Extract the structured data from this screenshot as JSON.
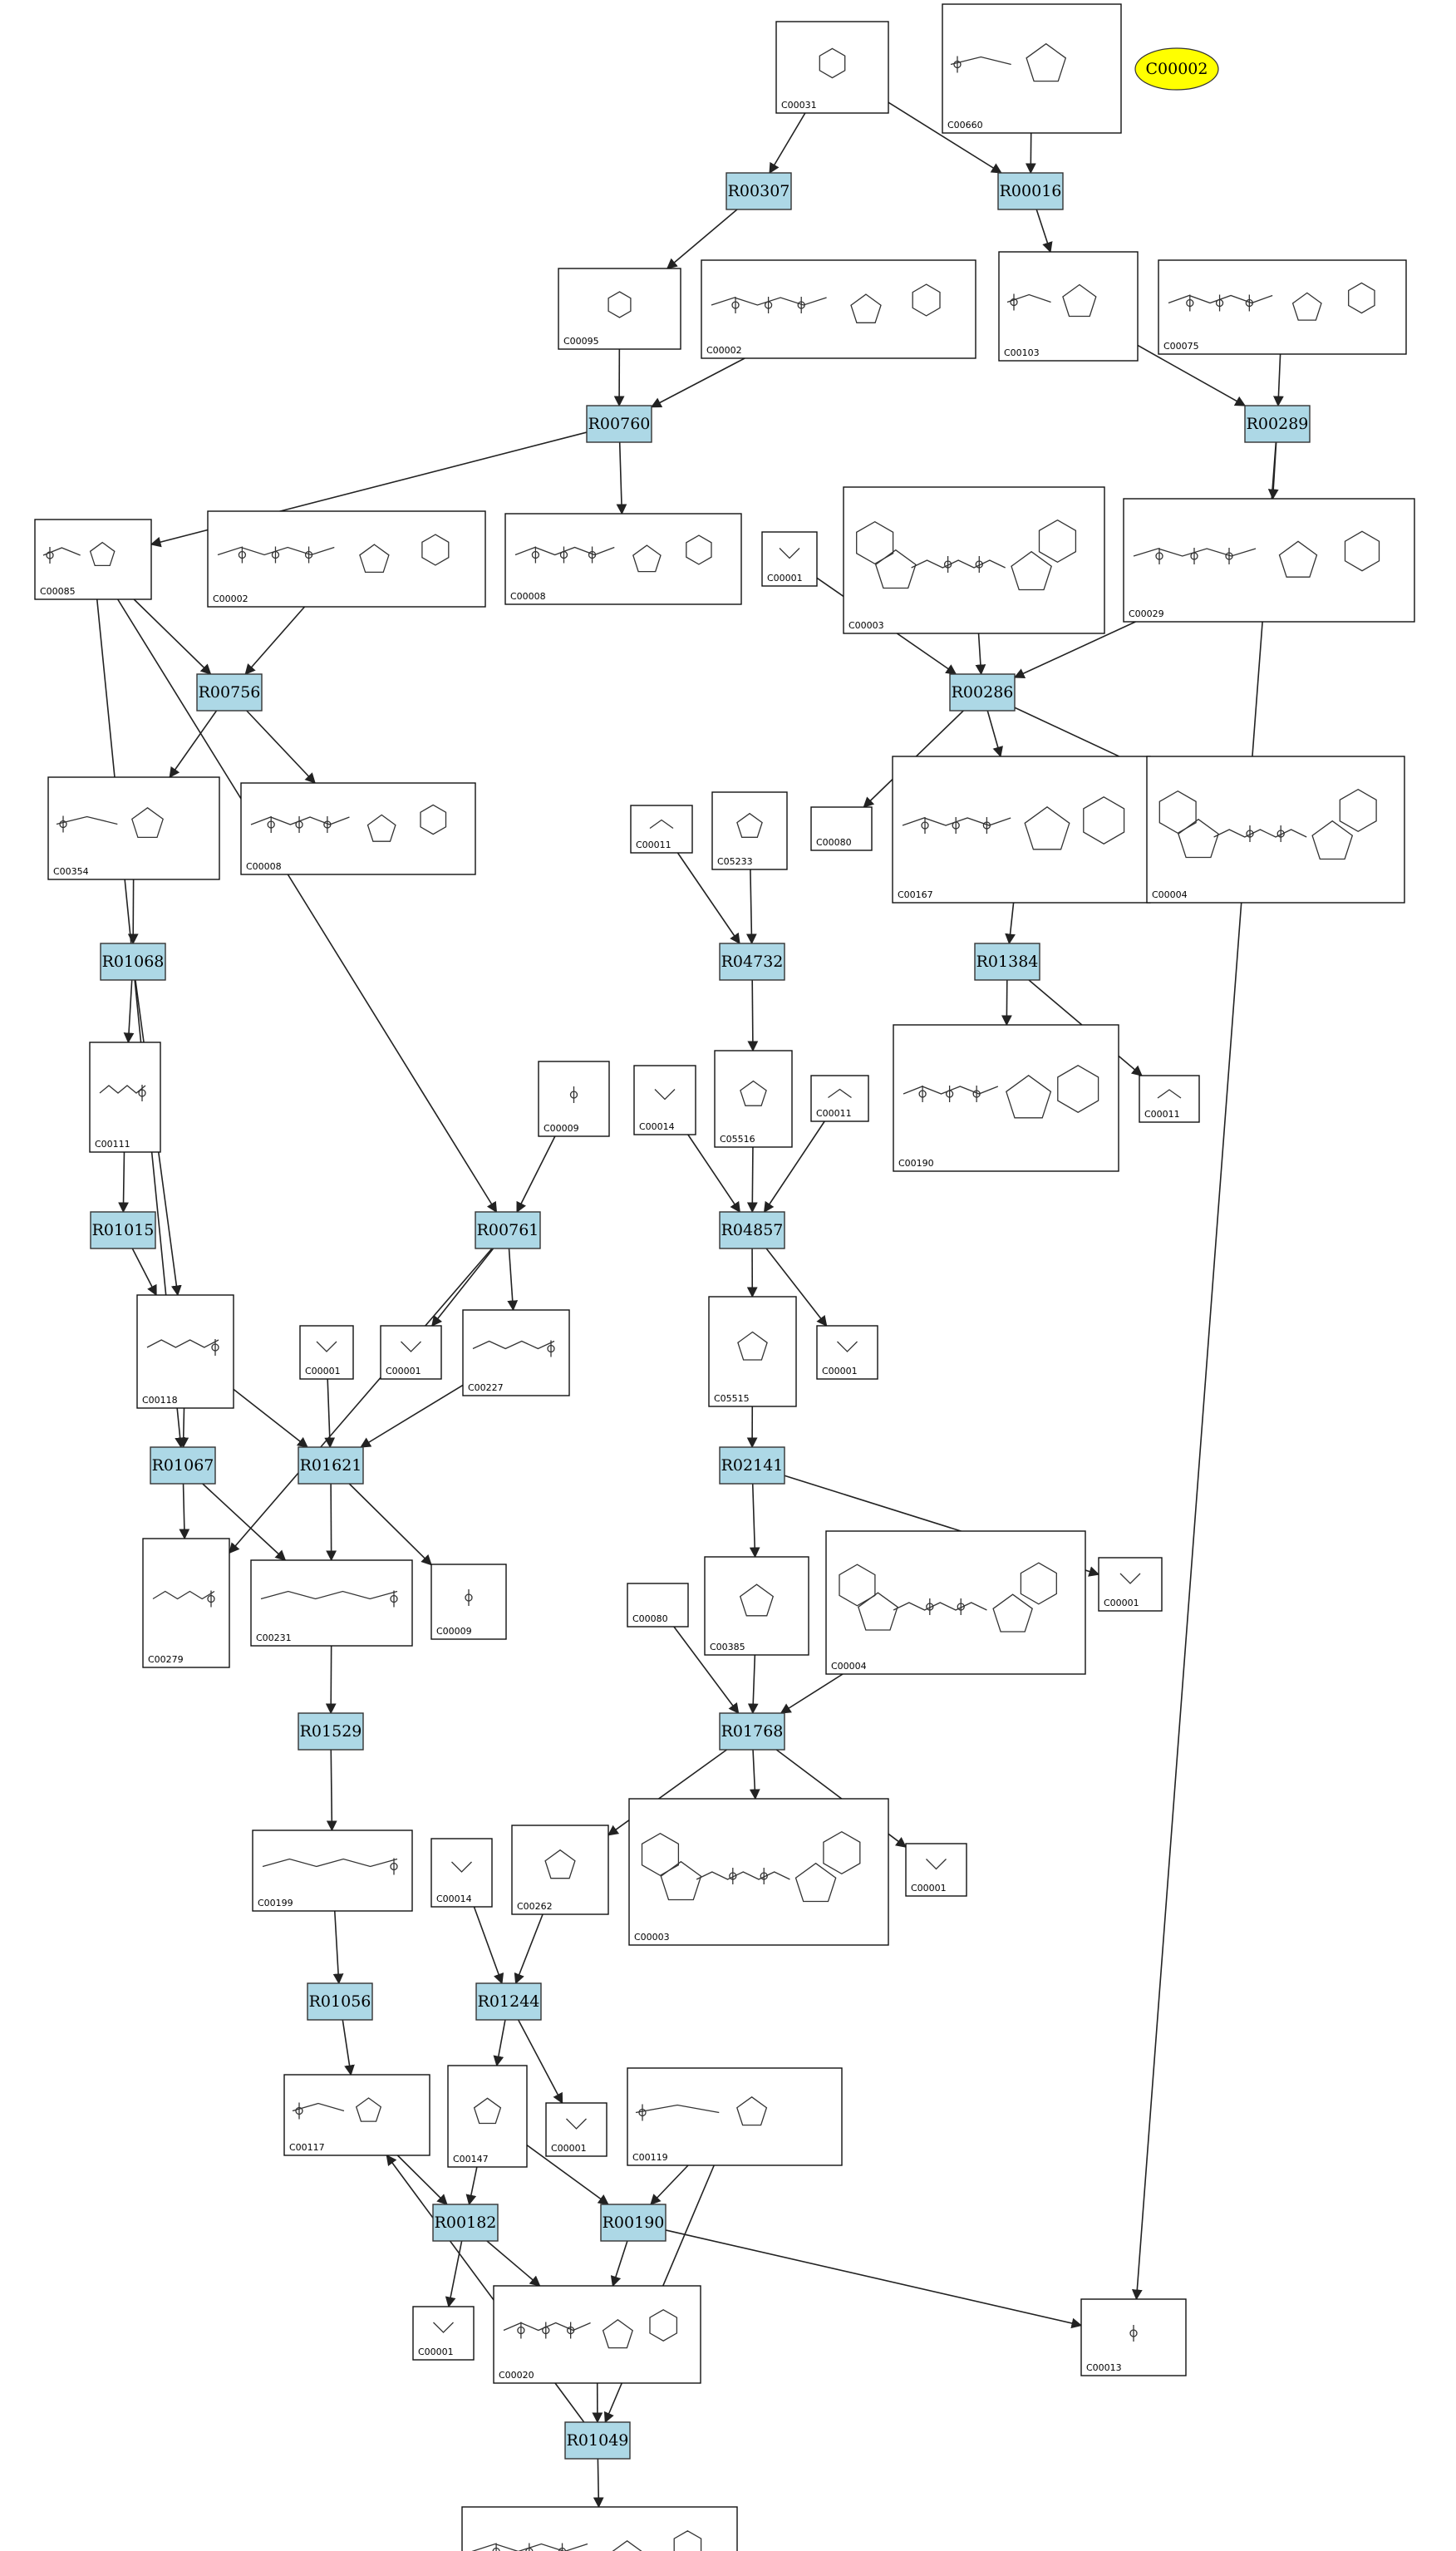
{
  "target": {
    "id": "C00002",
    "color": "#ffff00"
  },
  "colors": {
    "reaction_fill": "#add8e6",
    "compound_fill": "#ffffff",
    "edge": "#222222"
  },
  "reactions": [
    {
      "key": "R00307",
      "label": "R00307"
    },
    {
      "key": "R00016",
      "label": "R00016"
    },
    {
      "key": "R00760",
      "label": "R00760"
    },
    {
      "key": "R00289",
      "label": "R00289"
    },
    {
      "key": "R00756",
      "label": "R00756"
    },
    {
      "key": "R00286",
      "label": "R00286"
    },
    {
      "key": "R01068",
      "label": "R01068"
    },
    {
      "key": "R04732",
      "label": "R04732"
    },
    {
      "key": "R01384",
      "label": "R01384"
    },
    {
      "key": "R01015",
      "label": "R01015"
    },
    {
      "key": "R00761",
      "label": "R00761"
    },
    {
      "key": "R04857",
      "label": "R04857"
    },
    {
      "key": "R01067",
      "label": "R01067"
    },
    {
      "key": "R01621",
      "label": "R01621"
    },
    {
      "key": "R02141",
      "label": "R02141"
    },
    {
      "key": "R01529",
      "label": "R01529"
    },
    {
      "key": "R01768",
      "label": "R01768"
    },
    {
      "key": "R01056",
      "label": "R01056"
    },
    {
      "key": "R01244",
      "label": "R01244"
    },
    {
      "key": "R00182",
      "label": "R00182"
    },
    {
      "key": "R00190",
      "label": "R00190"
    },
    {
      "key": "R01049",
      "label": "R01049"
    }
  ],
  "compounds": [
    {
      "key": "c00031",
      "id": "C00031",
      "structure": "ring"
    },
    {
      "key": "c00660",
      "id": "C00660",
      "structure": "ring-phosphate"
    },
    {
      "key": "c00095",
      "id": "C00095",
      "structure": "ring"
    },
    {
      "key": "c00002a",
      "id": "C00002",
      "structure": "nucleotide"
    },
    {
      "key": "c00103",
      "id": "C00103",
      "structure": "ring-phosphate"
    },
    {
      "key": "c00075",
      "id": "C00075",
      "structure": "nucleotide"
    },
    {
      "key": "c00085",
      "id": "C00085",
      "structure": "ring-phosphate"
    },
    {
      "key": "c00002b",
      "id": "C00002",
      "structure": "nucleotide"
    },
    {
      "key": "c00008a",
      "id": "C00008",
      "structure": "nucleotide"
    },
    {
      "key": "c00001a",
      "id": "C00001",
      "structure": "water"
    },
    {
      "key": "c00003a",
      "id": "C00003",
      "structure": "dinucleotide"
    },
    {
      "key": "c00029",
      "id": "C00029",
      "structure": "nucleotide"
    },
    {
      "key": "c00354",
      "id": "C00354",
      "structure": "ring-phosphate"
    },
    {
      "key": "c00008b",
      "id": "C00008",
      "structure": "nucleotide"
    },
    {
      "key": "c00011a",
      "id": "C00011",
      "structure": "small"
    },
    {
      "key": "c05233",
      "id": "C05233",
      "structure": "small-ring"
    },
    {
      "key": "c00080a",
      "id": "C00080",
      "structure": "proton"
    },
    {
      "key": "c00167",
      "id": "C00167",
      "structure": "nucleotide"
    },
    {
      "key": "c00004a",
      "id": "C00004",
      "structure": "dinucleotide"
    },
    {
      "key": "c00111",
      "id": "C00111",
      "structure": "chain-phosphate"
    },
    {
      "key": "c00009a",
      "id": "C00009",
      "structure": "phosphate"
    },
    {
      "key": "c00014a",
      "id": "C00014",
      "structure": "ammonia"
    },
    {
      "key": "c05516",
      "id": "C05516",
      "structure": "small-ring"
    },
    {
      "key": "c00011b",
      "id": "C00011",
      "structure": "small"
    },
    {
      "key": "c00190",
      "id": "C00190",
      "structure": "nucleotide"
    },
    {
      "key": "c00011c",
      "id": "C00011",
      "structure": "small"
    },
    {
      "key": "c00118",
      "id": "C00118",
      "structure": "chain-phosphate"
    },
    {
      "key": "c00001b",
      "id": "C00001",
      "structure": "water"
    },
    {
      "key": "c00001c",
      "id": "C00001",
      "structure": "water"
    },
    {
      "key": "c00227",
      "id": "C00227",
      "structure": "chain-phosphate"
    },
    {
      "key": "c05515",
      "id": "C05515",
      "structure": "small-ring"
    },
    {
      "key": "c00001d",
      "id": "C00001",
      "structure": "water"
    },
    {
      "key": "c00279",
      "id": "C00279",
      "structure": "chain-phosphate"
    },
    {
      "key": "c00231",
      "id": "C00231",
      "structure": "chain-phosphate"
    },
    {
      "key": "c00009b",
      "id": "C00009",
      "structure": "phosphate"
    },
    {
      "key": "c00080b",
      "id": "C00080",
      "structure": "proton"
    },
    {
      "key": "c00385",
      "id": "C00385",
      "structure": "small-ring"
    },
    {
      "key": "c00004b",
      "id": "C00004",
      "structure": "dinucleotide"
    },
    {
      "key": "c00001e",
      "id": "C00001",
      "structure": "water"
    },
    {
      "key": "c00199",
      "id": "C00199",
      "structure": "chain-phosphate"
    },
    {
      "key": "c00014b",
      "id": "C00014",
      "structure": "ammonia"
    },
    {
      "key": "c00262",
      "id": "C00262",
      "structure": "small-ring"
    },
    {
      "key": "c00003b",
      "id": "C00003",
      "structure": "dinucleotide"
    },
    {
      "key": "c00001f",
      "id": "C00001",
      "structure": "water"
    },
    {
      "key": "c00117",
      "id": "C00117",
      "structure": "ring-phosphate"
    },
    {
      "key": "c00147",
      "id": "C00147",
      "structure": "small-ring"
    },
    {
      "key": "c00001g",
      "id": "C00001",
      "structure": "water"
    },
    {
      "key": "c00119",
      "id": "C00119",
      "structure": "ring-phosphate"
    },
    {
      "key": "c00001h",
      "id": "C00001",
      "structure": "water"
    },
    {
      "key": "c00020",
      "id": "C00020",
      "structure": "nucleotide"
    },
    {
      "key": "c00013",
      "id": "C00013",
      "structure": "phosphate"
    },
    {
      "key": "c00002c",
      "id": "C00002",
      "structure": "nucleotide"
    }
  ],
  "edges": [
    [
      "c00031",
      "R00307"
    ],
    [
      "c00031",
      "R00016"
    ],
    [
      "c00660",
      "R00016"
    ],
    [
      "R00307",
      "c00095"
    ],
    [
      "R00016",
      "c00103"
    ],
    [
      "c00095",
      "R00760"
    ],
    [
      "c00002a",
      "R00760"
    ],
    [
      "c00103",
      "R00289"
    ],
    [
      "c00075",
      "R00289"
    ],
    [
      "R00760",
      "c00085"
    ],
    [
      "R00760",
      "c00008a"
    ],
    [
      "R00289",
      "c00029"
    ],
    [
      "R00289",
      "c00013"
    ],
    [
      "c00085",
      "R00756"
    ],
    [
      "c00002b",
      "R00756"
    ],
    [
      "c00085",
      "R00761"
    ],
    [
      "c00085",
      "R01067"
    ],
    [
      "c00001a",
      "R00286"
    ],
    [
      "c00003a",
      "R00286"
    ],
    [
      "c00029",
      "R00286"
    ],
    [
      "R00756",
      "c00354"
    ],
    [
      "R00756",
      "c00008b"
    ],
    [
      "R00286",
      "c00080a"
    ],
    [
      "R00286",
      "c00167"
    ],
    [
      "R00286",
      "c00004a"
    ],
    [
      "c00354",
      "R01068"
    ],
    [
      "c00011a",
      "R04732"
    ],
    [
      "c05233",
      "R04732"
    ],
    [
      "c00167",
      "R01384"
    ],
    [
      "R01068",
      "c00111"
    ],
    [
      "R01068",
      "c00118"
    ],
    [
      "R04732",
      "c05516"
    ],
    [
      "R01384",
      "c00190"
    ],
    [
      "R01384",
      "c00011c"
    ],
    [
      "c00111",
      "R01015"
    ],
    [
      "R01015",
      "c00118"
    ],
    [
      "c00009a",
      "R00761"
    ],
    [
      "c00014a",
      "R04857"
    ],
    [
      "c05516",
      "R04857"
    ],
    [
      "c00011b",
      "R04857"
    ],
    [
      "R00761",
      "c00001c"
    ],
    [
      "R00761",
      "c00227"
    ],
    [
      "R00761",
      "c00279"
    ],
    [
      "R04857",
      "c05515"
    ],
    [
      "R04857",
      "c00001d"
    ],
    [
      "c00118",
      "R01067"
    ],
    [
      "c00118",
      "R01621"
    ],
    [
      "c00001b",
      "R01621"
    ],
    [
      "c00227",
      "R01621"
    ],
    [
      "c05515",
      "R02141"
    ],
    [
      "R01067",
      "c00279"
    ],
    [
      "R01067",
      "c00231"
    ],
    [
      "R01621",
      "c00231"
    ],
    [
      "R01621",
      "c00009b"
    ],
    [
      "R02141",
      "c00385"
    ],
    [
      "R02141",
      "c00001e"
    ],
    [
      "c00231",
      "R01529"
    ],
    [
      "c00080b",
      "R01768"
    ],
    [
      "c00385",
      "R01768"
    ],
    [
      "c00004b",
      "R01768"
    ],
    [
      "R01529",
      "c00199"
    ],
    [
      "R01768",
      "c00262"
    ],
    [
      "R01768",
      "c00003b"
    ],
    [
      "R01768",
      "c00001f"
    ],
    [
      "c00199",
      "R01056"
    ],
    [
      "c00014b",
      "R01244"
    ],
    [
      "c00262",
      "R01244"
    ],
    [
      "R01056",
      "c00117"
    ],
    [
      "R01244",
      "c00147"
    ],
    [
      "R01244",
      "c00001g"
    ],
    [
      "c00117",
      "R00182"
    ],
    [
      "c00147",
      "R00182"
    ],
    [
      "c00147",
      "R00190"
    ],
    [
      "c00119",
      "R00190"
    ],
    [
      "R00182",
      "c00001h"
    ],
    [
      "R00182",
      "c00020"
    ],
    [
      "R00190",
      "c00020"
    ],
    [
      "R00190",
      "c00013"
    ],
    [
      "c00020",
      "R01049"
    ],
    [
      "c00119",
      "R01049"
    ],
    [
      "R01049",
      "c00117"
    ],
    [
      "R01049",
      "c00002c"
    ]
  ]
}
